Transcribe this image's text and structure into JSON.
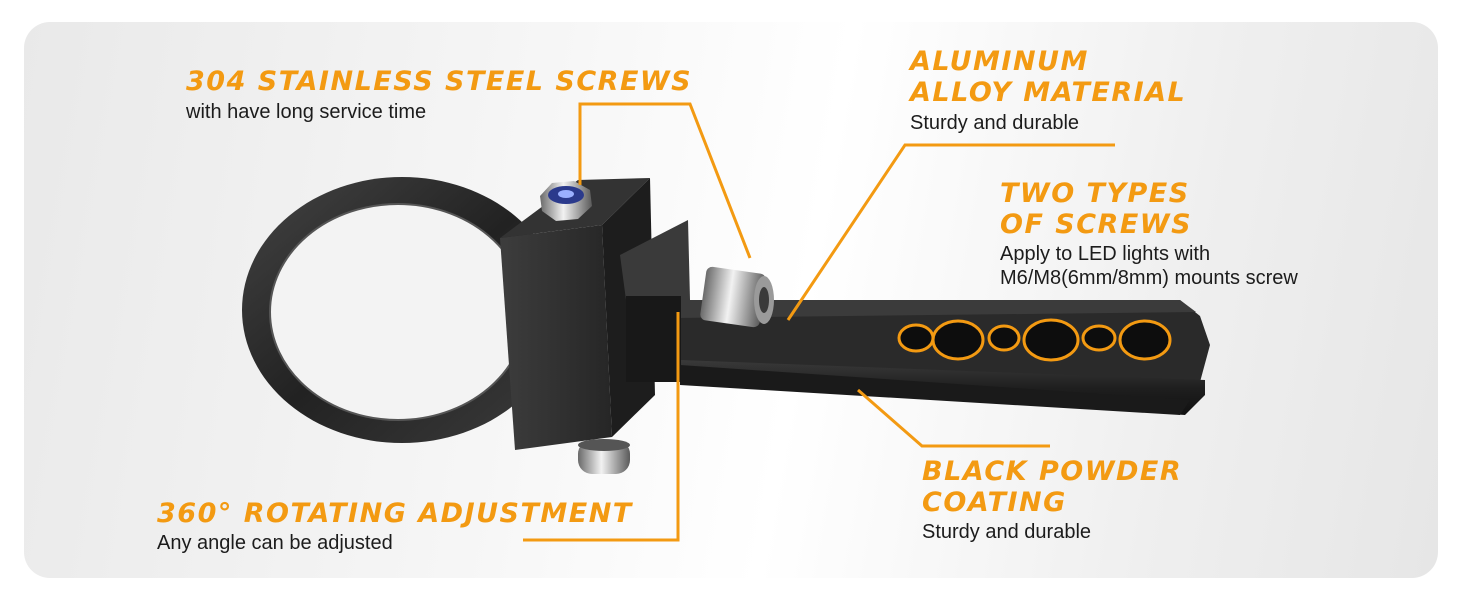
{
  "colors": {
    "accent": "#f39a12",
    "text": "#1c1c1c",
    "bracket": "#2b2b2b"
  },
  "callouts": {
    "screws_304": {
      "title": "304 Stainless Steel Screws",
      "sub": "with have long service time"
    },
    "aluminum": {
      "title_line1": "Aluminum",
      "title_line2": "Alloy Material",
      "sub": "Sturdy and durable"
    },
    "two_types": {
      "title_line1": "Two Types",
      "title_line2": "of Screws",
      "sub_line1": "Apply to LED lights with",
      "sub_line2": "M6/M8(6mm/8mm) mounts screw"
    },
    "black_powder": {
      "title_line1": "Black Powder",
      "title_line2": "Coating",
      "sub": "Sturdy and durable"
    },
    "rotating": {
      "title": "360° Rotating Adjustment",
      "sub": "Any angle can be adjusted"
    }
  },
  "product": {
    "name": "motorcycle-light-mount-bracket"
  }
}
